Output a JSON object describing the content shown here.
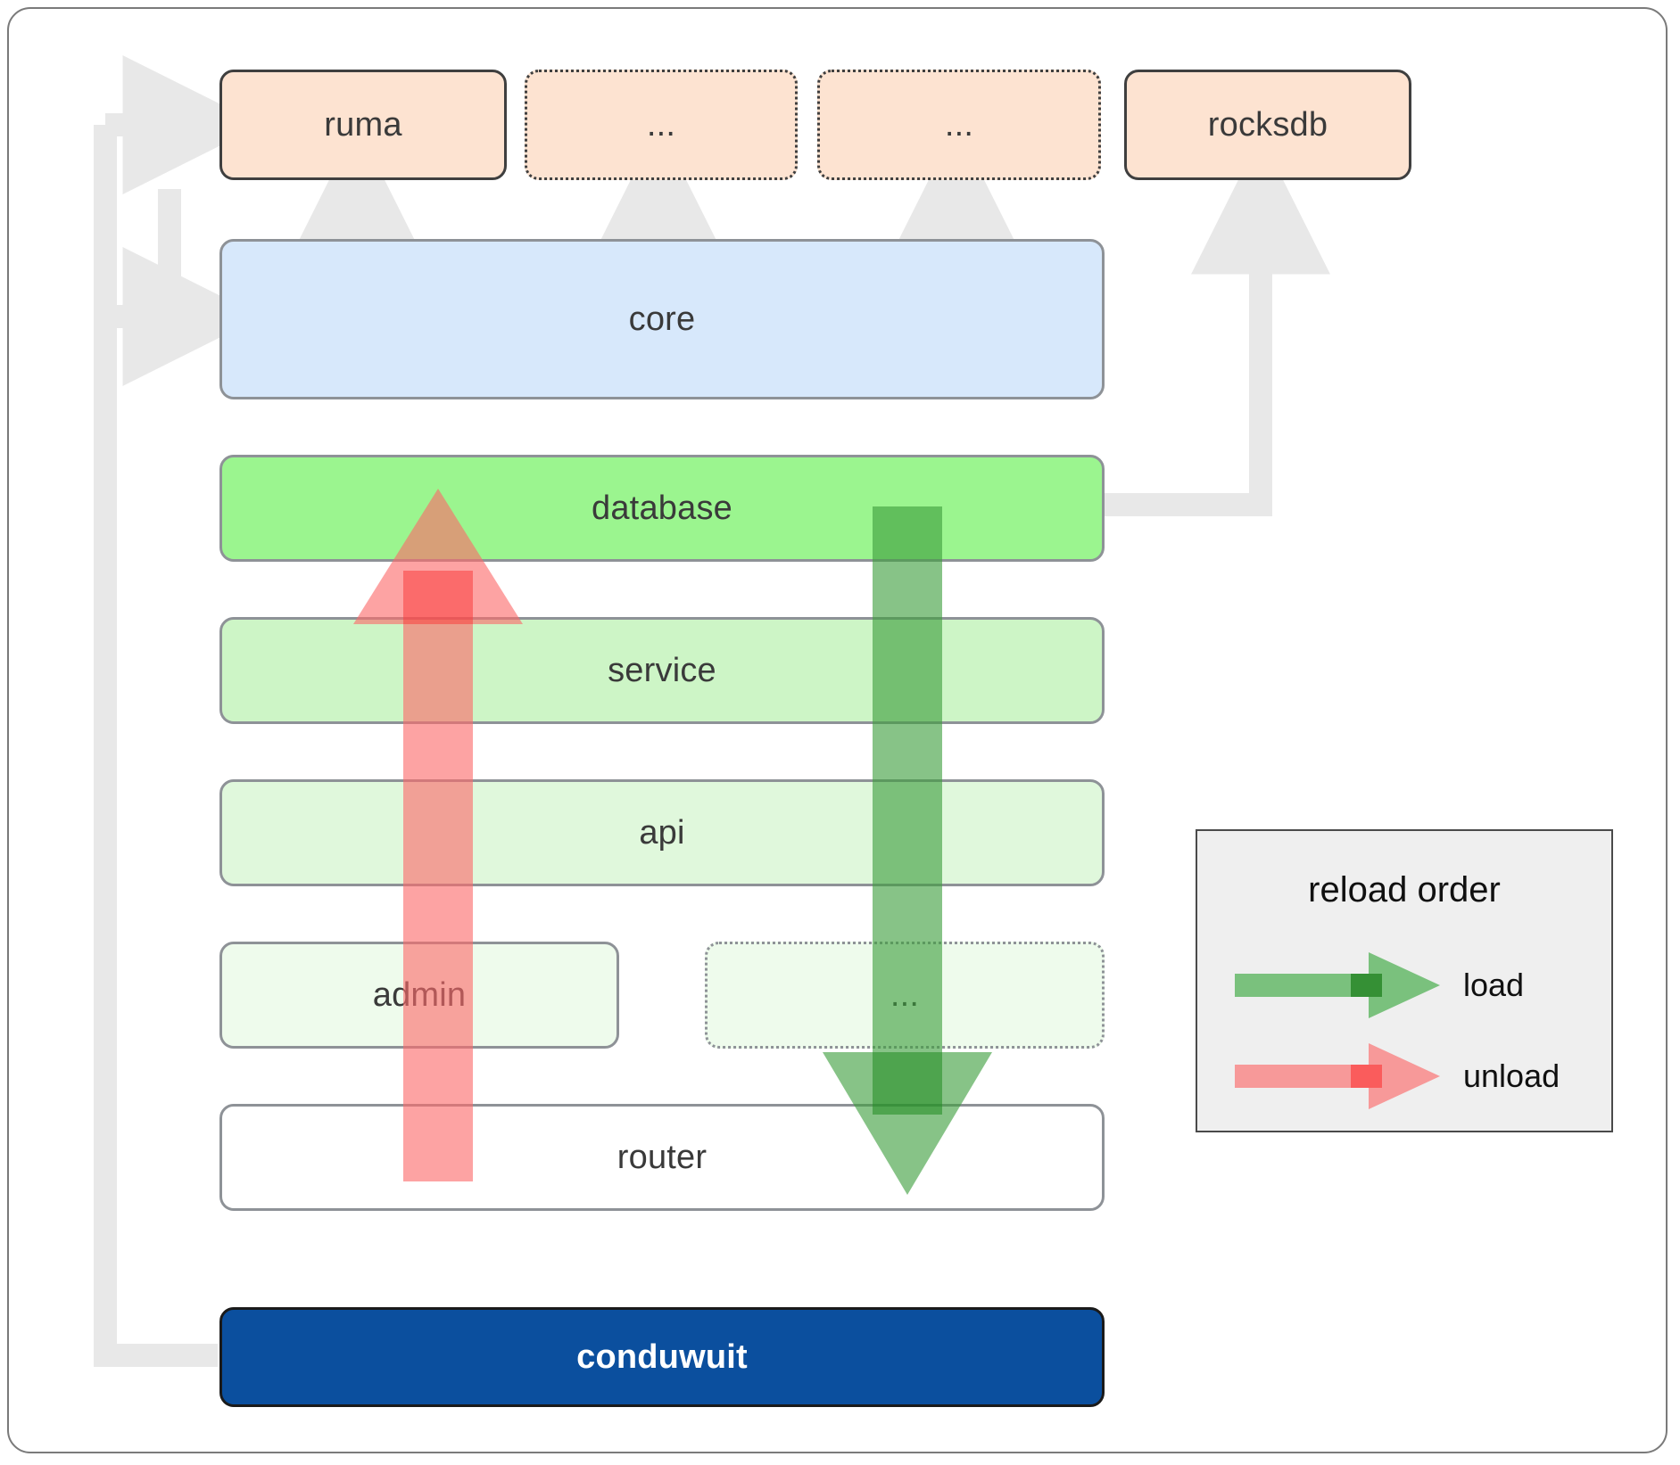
{
  "diagram": {
    "title": "conduwuit crate architecture / reload order",
    "dependencies": [
      {
        "id": "ruma",
        "label": "ruma",
        "style": "solid"
      },
      {
        "id": "dep2",
        "label": "...",
        "style": "dotted"
      },
      {
        "id": "dep3",
        "label": "...",
        "style": "dotted"
      },
      {
        "id": "rocksdb",
        "label": "rocksdb",
        "style": "solid"
      }
    ],
    "core": {
      "id": "core",
      "label": "core",
      "color": "#d7e8fb"
    },
    "layers": [
      {
        "id": "database",
        "label": "database",
        "color": "#9bf58f",
        "style": "solid"
      },
      {
        "id": "service",
        "label": "service",
        "color": "#cdf5c6",
        "style": "solid"
      },
      {
        "id": "api",
        "label": "api",
        "color": "#e0f8dc",
        "style": "solid"
      },
      {
        "id": "admin",
        "label": "admin",
        "color": "#eefbec",
        "style": "solid"
      },
      {
        "id": "more",
        "label": "...",
        "color": "#eefbec",
        "style": "dotted"
      },
      {
        "id": "router",
        "label": "router",
        "color": "#ffffff",
        "style": "solid"
      }
    ],
    "app": {
      "id": "conduwuit",
      "label": "conduwuit",
      "color": "#0b4f9e",
      "text_color": "#ffffff"
    },
    "flows": [
      {
        "id": "load",
        "label": "load",
        "color": "#4caf50",
        "direction": "down"
      },
      {
        "id": "unload",
        "label": "unload",
        "color": "#f98080",
        "direction": "up"
      }
    ]
  },
  "legend": {
    "title": "reload order",
    "items": [
      {
        "id": "load",
        "label": "load",
        "color": "#4caf50"
      },
      {
        "id": "unload",
        "label": "unload",
        "color": "#f98080"
      }
    ]
  },
  "connectors": {
    "link_color": "#e8e8e8",
    "edges": [
      {
        "from": "conduwuit",
        "to": "ruma"
      },
      {
        "from": "conduwuit",
        "to": "core"
      },
      {
        "from": "core",
        "to": "ruma"
      },
      {
        "from": "core",
        "to": "dep2"
      },
      {
        "from": "core",
        "to": "dep3"
      },
      {
        "from": "database",
        "to": "rocksdb"
      }
    ]
  }
}
